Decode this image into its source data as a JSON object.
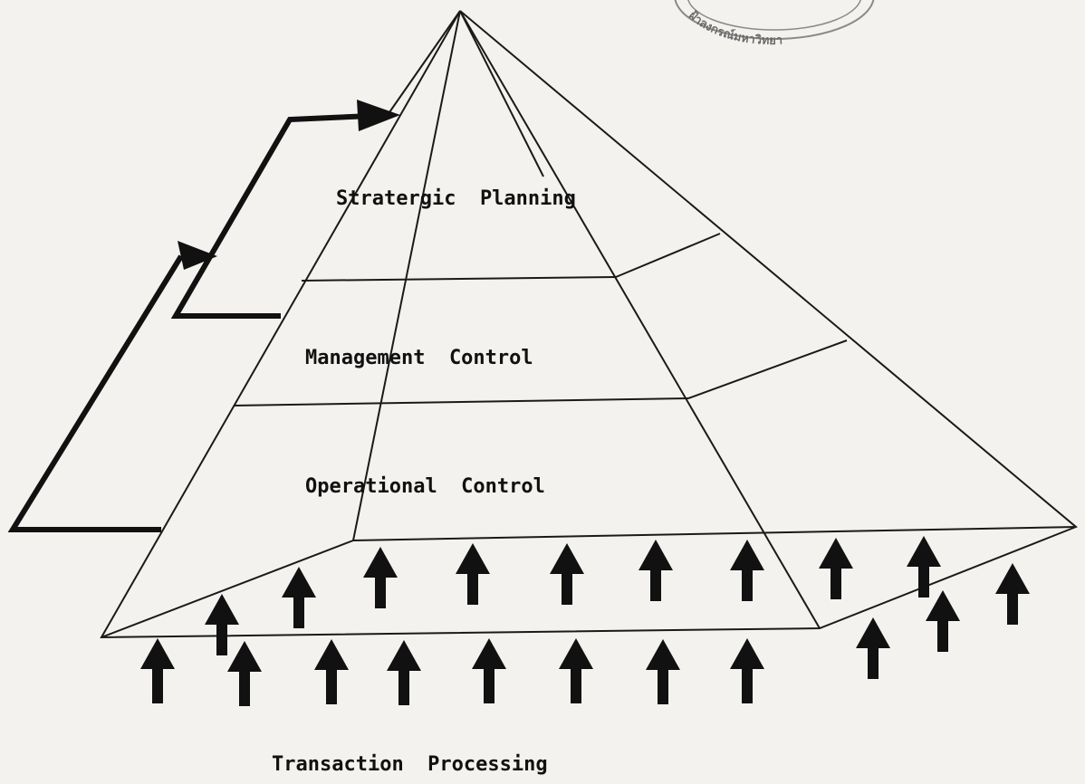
{
  "diagram": {
    "levels": [
      {
        "id": "strategic",
        "label": "Stratergic  Planning"
      },
      {
        "id": "management",
        "label": "Management  Control"
      },
      {
        "id": "operational",
        "label": "Operational  Control"
      }
    ],
    "base_label": "Transaction  Processing",
    "stamp_text": "ฝ้าลงกรณ์มหาวิทยา"
  }
}
